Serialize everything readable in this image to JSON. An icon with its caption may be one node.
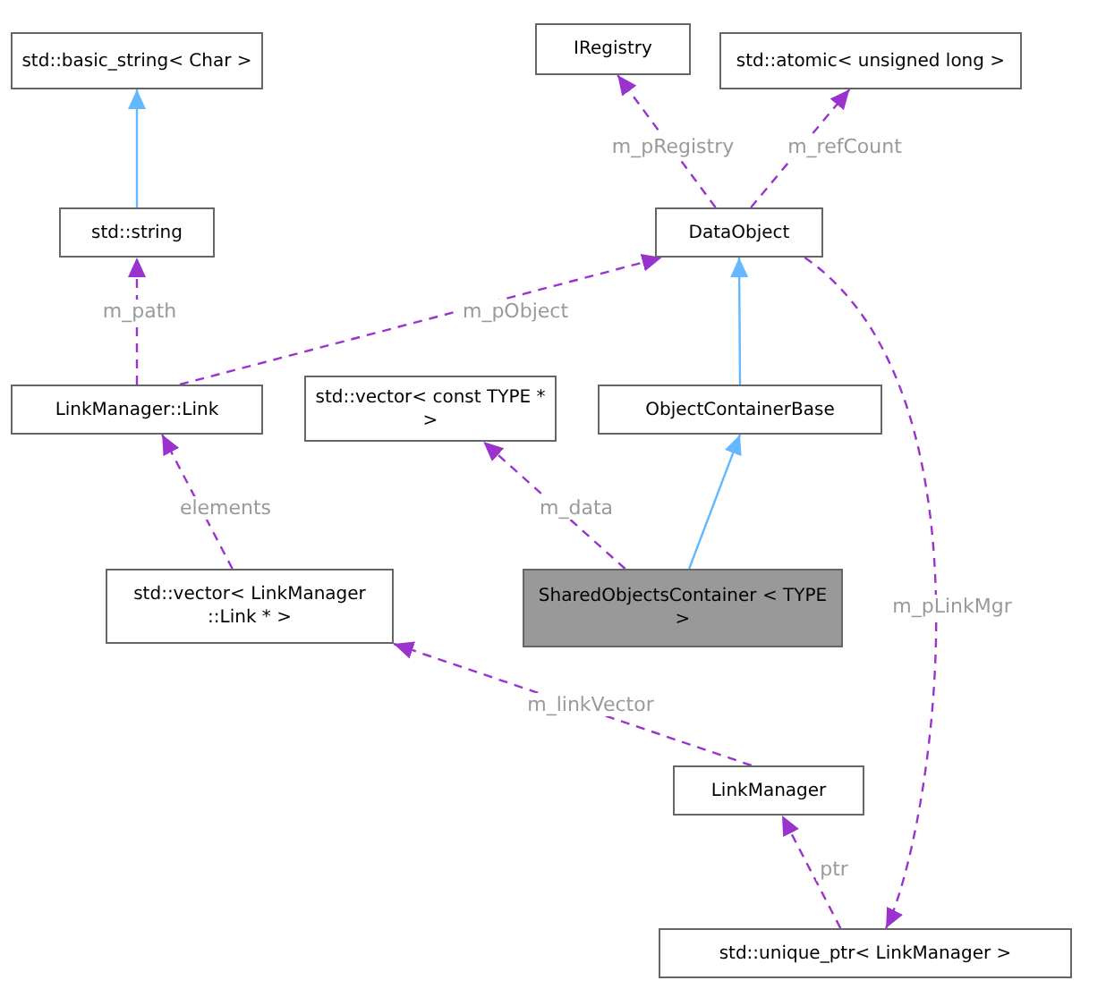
{
  "diagram": {
    "nodes": [
      {
        "text": [
          "std::basic_string< Char >"
        ]
      },
      {
        "text": [
          "IRegistry"
        ]
      },
      {
        "text": [
          "std::atomic< unsigned long >"
        ]
      },
      {
        "text": [
          "std::string"
        ]
      },
      {
        "text": [
          "DataObject"
        ]
      },
      {
        "text": [
          "LinkManager::Link"
        ]
      },
      {
        "text": [
          "std::vector< const TYPE * >"
        ]
      },
      {
        "text": [
          "ObjectContainerBase"
        ]
      },
      {
        "text": [
          "std::vector< LinkManager ::Link * >"
        ]
      },
      {
        "text": [
          "SharedObjectsContainer < TYPE >"
        ]
      },
      {
        "text": [
          "LinkManager"
        ]
      },
      {
        "text": [
          "std::unique_ptr< LinkManager >"
        ]
      }
    ],
    "edges": [
      {
        "from": 3,
        "to": 0,
        "arrow": "to",
        "color": "#63b8ff"
      },
      {
        "from": 5,
        "to": 3,
        "arrow": "to",
        "style": "dashed",
        "label": "m_path"
      },
      {
        "from": 4,
        "to": 1,
        "arrow": "to",
        "style": "dashed",
        "label": "m_pRegistry"
      },
      {
        "from": 4,
        "to": 2,
        "arrow": "to",
        "style": "dashed",
        "label": "m_refCount"
      },
      {
        "from": 5,
        "to": 4,
        "arrow": "to",
        "style": "dashed",
        "label": "m_pObject"
      },
      {
        "from": 7,
        "to": 4,
        "arrow": "to",
        "color": "#63b8ff"
      },
      {
        "from": 8,
        "to": 5,
        "arrow": "to",
        "style": "dashed",
        "label": "elements"
      },
      {
        "from": 9,
        "to": 6,
        "arrow": "to",
        "style": "dashed",
        "label": "m_data"
      },
      {
        "from": 9,
        "to": 7,
        "arrow": "to",
        "color": "#63b8ff"
      },
      {
        "from": 10,
        "to": 8,
        "arrow": "to",
        "style": "dashed",
        "label": "m_linkVector"
      },
      {
        "from": 11,
        "to": 10,
        "arrow": "to",
        "style": "dashed",
        "label": "ptr"
      },
      {
        "from": 4,
        "to": 11,
        "arrow": "to",
        "style": "dashed",
        "label": "m_pLinkMgr"
      }
    ]
  }
}
